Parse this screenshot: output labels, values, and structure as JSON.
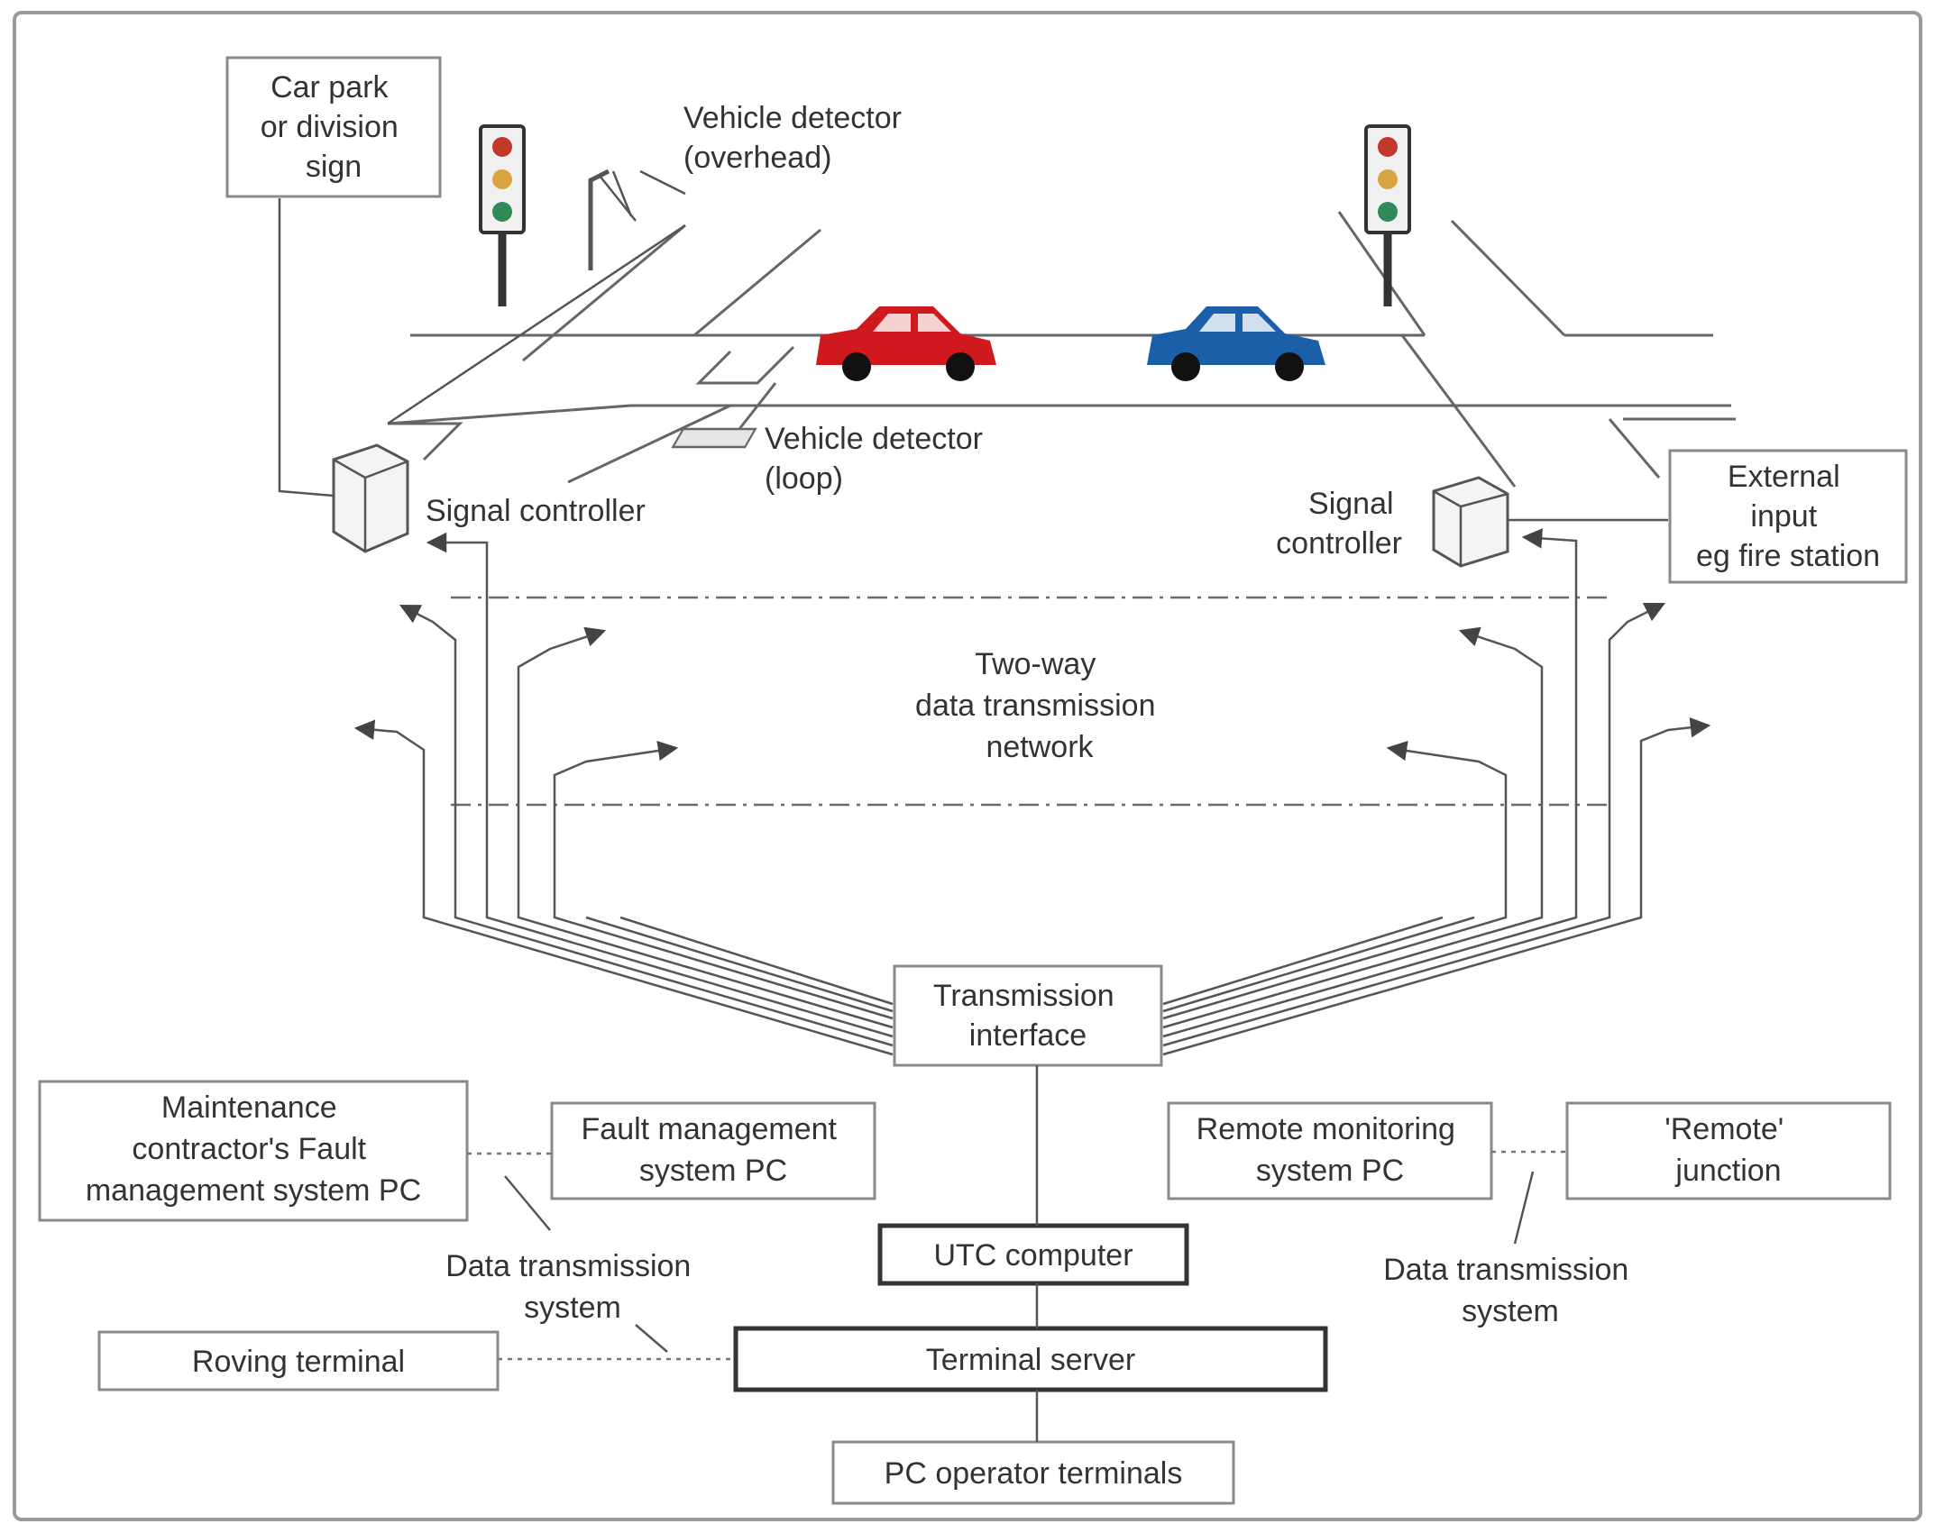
{
  "labels": {
    "car_park_sign": [
      "Car park",
      "or division",
      "sign"
    ],
    "vehicle_detector_overhead": [
      "Vehicle detector",
      "(overhead)"
    ],
    "vehicle_detector_loop": [
      "Vehicle detector",
      "(loop)"
    ],
    "signal_controller_left": [
      "Signal controller"
    ],
    "signal_controller_right": [
      "Signal",
      "controller"
    ],
    "external_input": [
      "External",
      "input",
      "eg fire station"
    ],
    "network": [
      "Two-way",
      "data transmission",
      "network"
    ],
    "transmission_interface": [
      "Transmission",
      "interface"
    ],
    "maintenance_pc": [
      "Maintenance",
      "contractor's Fault",
      "management system PC"
    ],
    "fault_pc": [
      "Fault management",
      "system PC"
    ],
    "remote_monitoring_pc": [
      "Remote monitoring",
      "system PC"
    ],
    "remote_junction": [
      "'Remote'",
      "junction"
    ],
    "data_tx_left": [
      "Data transmission",
      "system"
    ],
    "data_tx_right": [
      "Data transmission",
      "system"
    ],
    "utc_computer": [
      "UTC computer"
    ],
    "terminal_server": [
      "Terminal server"
    ],
    "roving_terminal": [
      "Roving terminal"
    ],
    "pc_operator_terminals": [
      "PC operator terminals"
    ]
  },
  "colors": {
    "car_left": "#d0191f",
    "car_right": "#1a5fa8",
    "signal_red": "#c0392b",
    "signal_amber": "#d9a441",
    "signal_green": "#2e8b57"
  }
}
